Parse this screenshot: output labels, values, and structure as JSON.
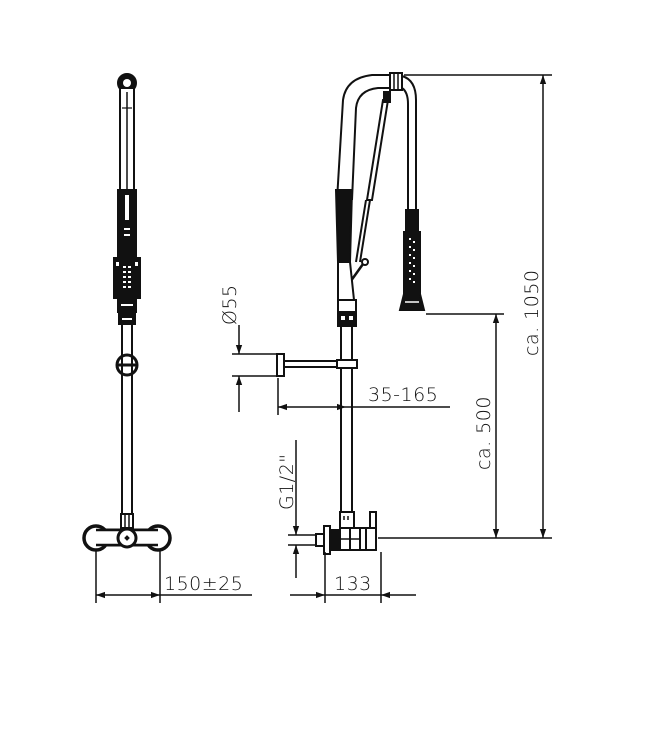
{
  "diagram": {
    "type": "technical-drawing",
    "subject": "pre-rinse spray unit, wall-mounted",
    "views": [
      {
        "id": "front-view",
        "name": "Front view"
      },
      {
        "id": "side-view",
        "name": "Side view"
      }
    ],
    "colors": {
      "line": "#111111",
      "background": "#ffffff"
    },
    "dimensions": {
      "inlet_spacing": "150±25",
      "inlet_spacing_value": "150",
      "inlet_spacing_tol": "±25",
      "bracket_diameter": "Ø55",
      "bracket_diameter_symbol": "Ø",
      "bracket_diameter_value": "55",
      "bracket_offset": "35-165",
      "thread": "G1/2\"",
      "valve_depth": "133",
      "spray_height": "ca. 500",
      "total_height": "ca. 1050"
    }
  }
}
